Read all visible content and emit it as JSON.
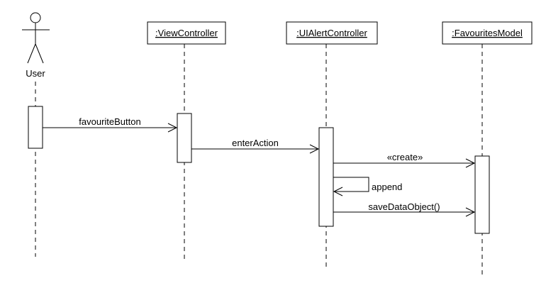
{
  "diagram": {
    "type": "sequence",
    "actor": {
      "label": "User"
    },
    "participants": [
      {
        "id": "vc",
        "label": ":ViewController"
      },
      {
        "id": "ac",
        "label": ":UIAlertController"
      },
      {
        "id": "fm",
        "label": ":FavouritesModel"
      }
    ],
    "messages": [
      {
        "from": "User",
        "to": ":ViewController",
        "label": "favouriteButton"
      },
      {
        "from": ":ViewController",
        "to": ":UIAlertController",
        "label": "enterAction"
      },
      {
        "from": ":UIAlertController",
        "to": ":FavouritesModel",
        "label": "«create»"
      },
      {
        "from": ":UIAlertController",
        "to": ":UIAlertController",
        "label": "append"
      },
      {
        "from": ":UIAlertController",
        "to": ":FavouritesModel",
        "label": "saveDataObject()"
      }
    ]
  }
}
